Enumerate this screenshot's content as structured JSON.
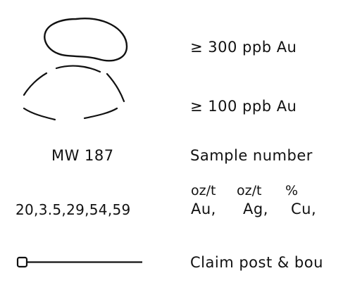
{
  "legend": {
    "items": [
      {
        "symbol": "solid-contour-icon",
        "label": "≥ 300 ppb Au"
      },
      {
        "symbol": "dashed-contour-icon",
        "label": "≥ 100 ppb Au"
      },
      {
        "symbol": "sample-number-text",
        "sample": "MW 187",
        "label": "Sample number"
      },
      {
        "symbol": "assay-values-text",
        "values": "20,3.5,29,54,59",
        "units": [
          "oz/t",
          "oz/t",
          "%"
        ],
        "elements": [
          "Au,",
          "Ag,",
          "Cu,"
        ]
      },
      {
        "symbol": "claim-post-icon",
        "label": "Claim post & bou"
      }
    ]
  },
  "colors": {
    "ink": "#111111",
    "background": "#ffffff"
  }
}
